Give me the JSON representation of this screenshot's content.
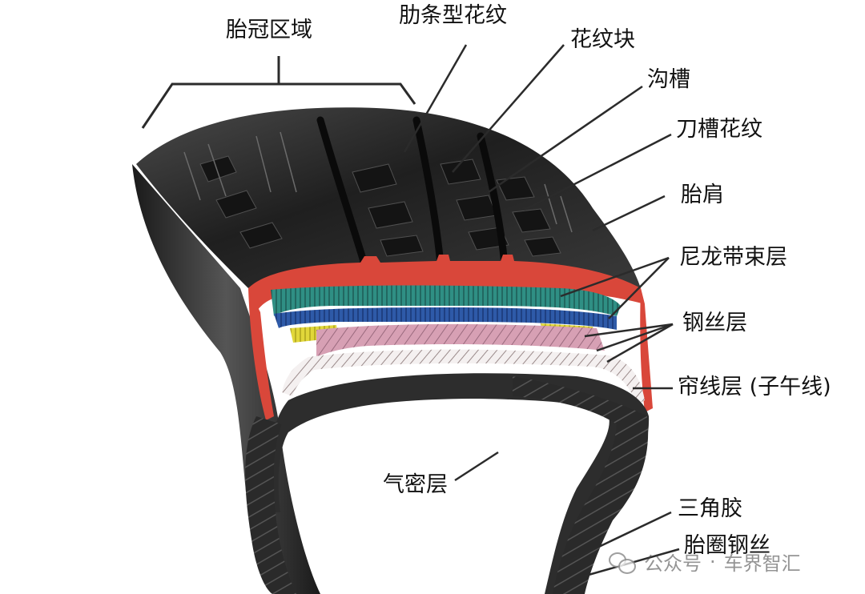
{
  "labels": {
    "crown": "胎冠区域",
    "rib_tread": "肋条型花纹",
    "tread_block": "花纹块",
    "groove": "沟槽",
    "sipe": "刀槽花纹",
    "shoulder": "胎肩",
    "nylon_cap": "尼龙带束层",
    "steel_belt": "钢丝层",
    "ply": "帘线层 (子午线)",
    "inner_liner": "气密层",
    "apex": "三角胶",
    "bead_wire": "胎圈钢丝"
  },
  "watermark": {
    "icon": "wechat-icon",
    "prefix": "公众号",
    "name": "车界智汇"
  },
  "colors": {
    "rubber": "#262626",
    "tread_cut": "#d9473a",
    "nylon_teal": "#2f8f84",
    "belt_blue": "#2e5aa8",
    "steel_yellow": "#e1d73a",
    "ply_pink": "#d7a0b4",
    "leader_line": "#2b2b2b"
  }
}
